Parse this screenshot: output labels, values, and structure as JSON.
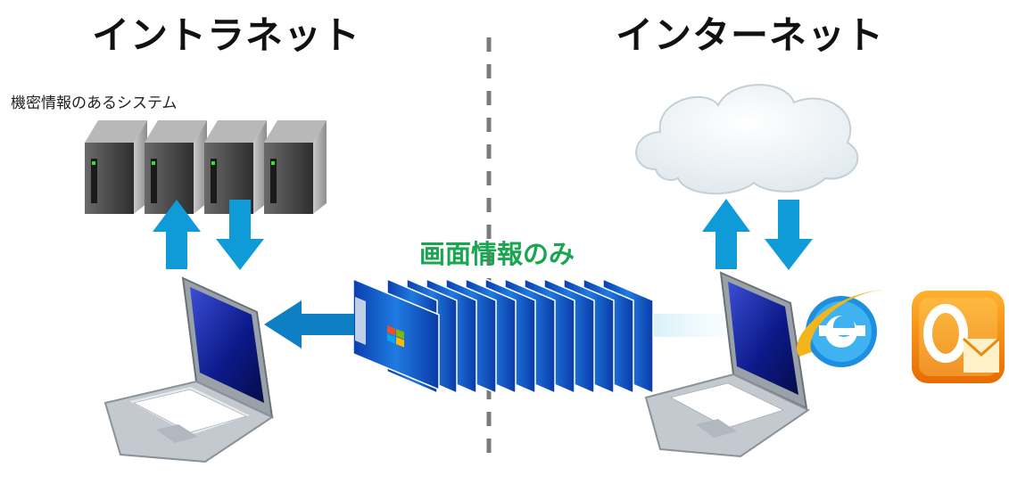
{
  "headings": {
    "intranet": "イントラネット",
    "internet": "インターネット"
  },
  "labels": {
    "confidential_systems": "機密情報のあるシステム",
    "screen_info_only": "画面情報のみ"
  },
  "icons": {
    "servers": [
      "server-icon",
      "server-icon",
      "server-icon",
      "server-icon"
    ],
    "browser": "internet-explorer-icon",
    "mail": "outlook-icon",
    "cloud": "cloud-icon",
    "laptop": "laptop-icon"
  },
  "colors": {
    "arrow": "#0f9ad8",
    "label_green": "#1aa650",
    "divider": "#7a7a7a"
  }
}
